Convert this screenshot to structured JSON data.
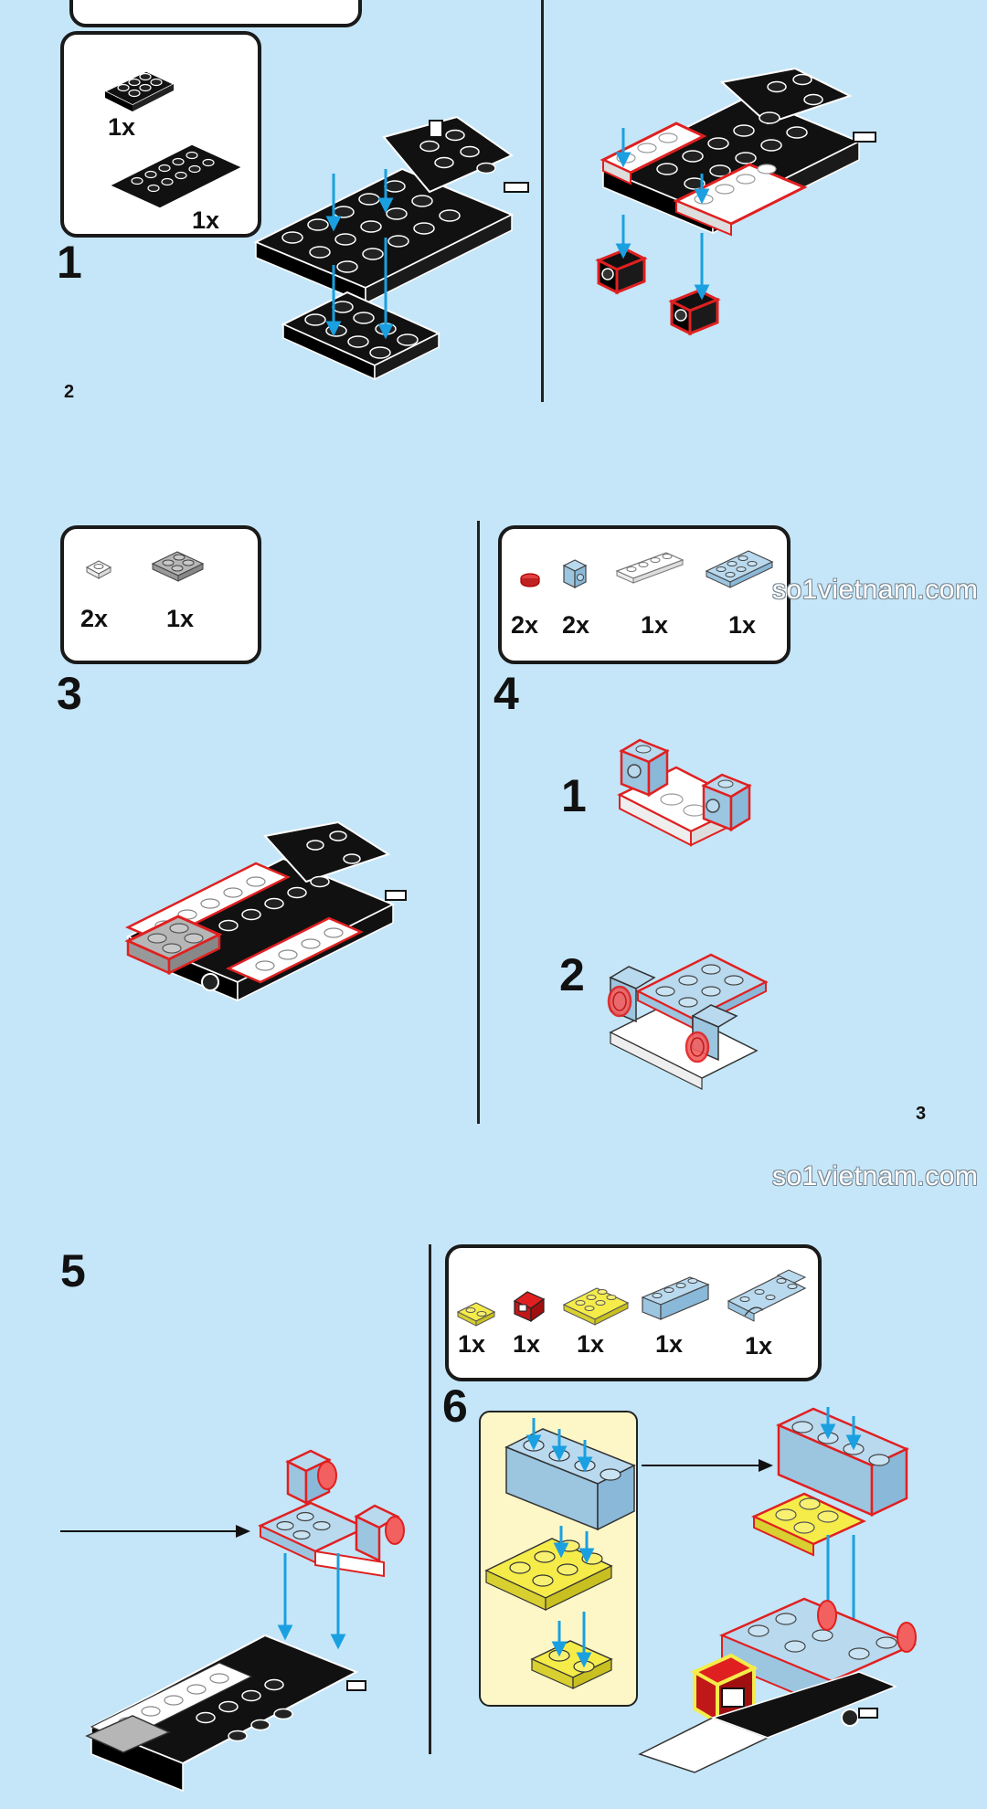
{
  "top_section": {
    "step_number": "1",
    "page_number": "2",
    "parts": [
      {
        "icon": "black-2x4-plate-icon",
        "quantity": "1x"
      },
      {
        "icon": "black-chassis-plate-icon",
        "quantity": "1x"
      }
    ]
  },
  "middle_section": {
    "left": {
      "step_number": "3",
      "parts": [
        {
          "icon": "white-1x1-plate-icon",
          "quantity": "2x"
        },
        {
          "icon": "gray-2x2-plate-icon",
          "quantity": "1x"
        }
      ]
    },
    "right": {
      "step_number": "4",
      "parts": [
        {
          "icon": "red-round-tile-icon",
          "quantity": "2x"
        },
        {
          "icon": "blue-bracket-icon",
          "quantity": "2x"
        },
        {
          "icon": "white-1x4-plate-icon",
          "quantity": "1x"
        },
        {
          "icon": "blue-2x4-plate-icon",
          "quantity": "1x"
        }
      ],
      "substeps": [
        "1",
        "2"
      ]
    },
    "page_number": "3"
  },
  "bottom_section": {
    "left": {
      "step_number": "5"
    },
    "right": {
      "step_number": "6",
      "parts": [
        {
          "icon": "yellow-1x2-plate-icon",
          "quantity": "1x"
        },
        {
          "icon": "red-slope-icon",
          "quantity": "1x"
        },
        {
          "icon": "yellow-2x3-plate-icon",
          "quantity": "1x"
        },
        {
          "icon": "blue-1x4-brick-icon",
          "quantity": "1x"
        },
        {
          "icon": "blue-mudguard-icon",
          "quantity": "1x"
        }
      ]
    }
  },
  "watermarks": [
    "so1vietnam.com",
    "so1vietnam.com"
  ],
  "colors": {
    "background": "#c5e6f8",
    "arrow_blue": "#1aa0e0",
    "highlight_red": "#e02020",
    "brick_black": "#111111",
    "brick_blue": "#b9d9ee",
    "brick_yellow": "#f5ec4a",
    "brick_gray": "#b6b6b6",
    "subassembly_panel": "#fdf7c8"
  }
}
